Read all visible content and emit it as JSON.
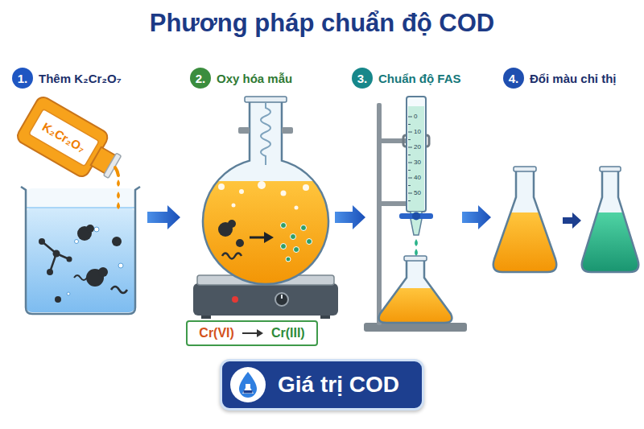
{
  "diagram": {
    "title": "Phương pháp chuẩn độ COD",
    "nodes": [
      {
        "text": [
          "1.",
          "Thêm K₂Cr₂O₇"
        ]
      },
      {
        "text": [
          "2.",
          "Oxy hóa mẫu"
        ]
      },
      {
        "text": [
          "3.",
          "Chuẩn độ FAS"
        ]
      },
      {
        "text": [
          "4.",
          "Đổi màu chỉ thị"
        ]
      },
      {
        "text": [
          "Cr(VI)",
          "Cr(III)"
        ]
      },
      {
        "text": [
          "Giá trị COD"
        ]
      }
    ],
    "labels": [
      "K₂Cr₂O₇",
      "0",
      "10",
      "20",
      "30",
      "40",
      "50"
    ]
  }
}
